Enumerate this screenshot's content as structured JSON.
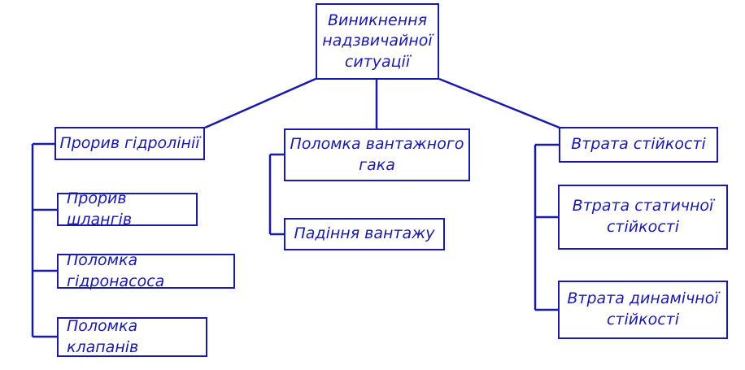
{
  "colors": {
    "line": "#1a1aa8",
    "text": "#1a1aa8",
    "background": "#ffffff"
  },
  "root": {
    "label": "Виникнення\nнадзвичайної\nситуації"
  },
  "branches": [
    {
      "label": "Прорив гідролінії",
      "children": [
        "Прорив шлангів",
        "Поломка гідронасоса",
        "Поломка клапанів"
      ]
    },
    {
      "label": "Поломка вантажного\nгака",
      "children": [
        "Падіння вантажу"
      ]
    },
    {
      "label": "Втрата стійкості",
      "children": [
        "Втрата статичної\nстійкості",
        "Втрата динамічної\nстійкості"
      ]
    }
  ]
}
